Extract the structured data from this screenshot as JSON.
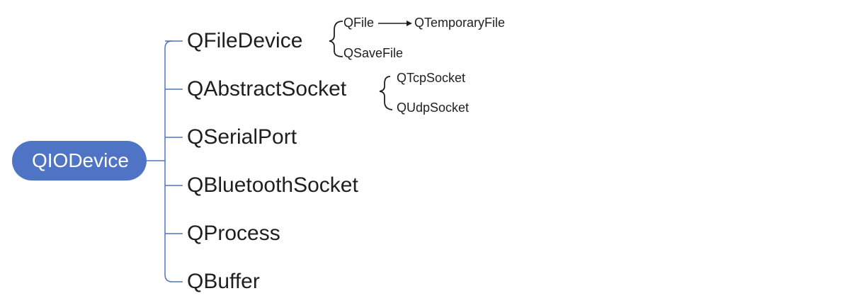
{
  "root": {
    "label": "QIODevice"
  },
  "children": [
    {
      "label": "QFileDevice",
      "children": [
        {
          "label": "QFile",
          "arrow_to": "QTemporaryFile"
        },
        {
          "label": "QSaveFile"
        }
      ]
    },
    {
      "label": "QAbstractSocket",
      "children": [
        {
          "label": "QTcpSocket"
        },
        {
          "label": "QUdpSocket"
        }
      ]
    },
    {
      "label": "QSerialPort"
    },
    {
      "label": "QBluetoothSocket"
    },
    {
      "label": "QProcess"
    },
    {
      "label": "QBuffer"
    }
  ],
  "colors": {
    "root_fill": "#4f73c5",
    "root_text": "#ffffff",
    "connector": "#4f73c5",
    "text": "#1f1f1f",
    "brace": "#1f1f1f"
  }
}
